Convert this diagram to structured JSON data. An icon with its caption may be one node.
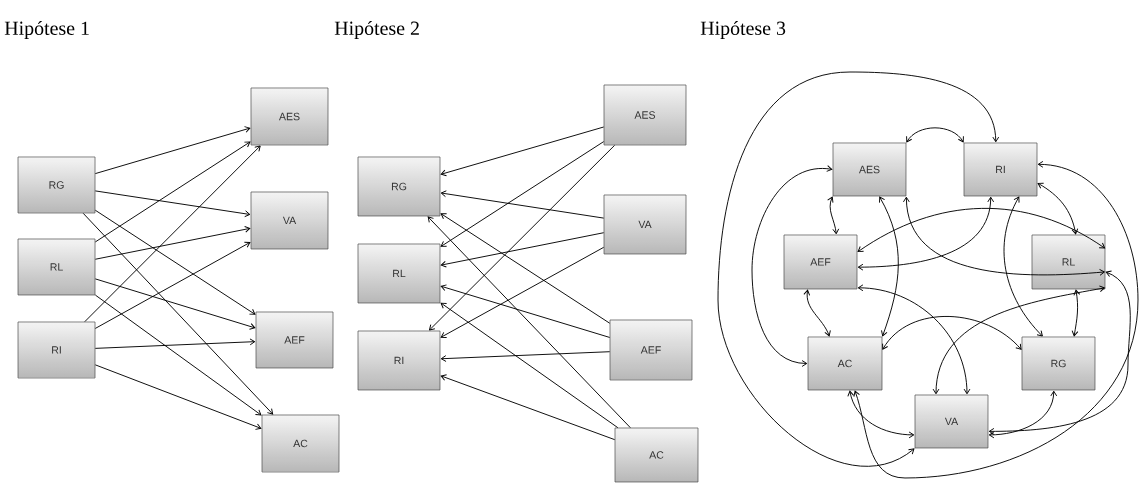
{
  "diagram": {
    "nodes": [
      {
        "text": [
          "RG"
        ]
      },
      {
        "text": [
          "RL"
        ]
      },
      {
        "text": [
          "RI"
        ]
      },
      {
        "text": [
          "AES"
        ]
      },
      {
        "text": [
          "VA"
        ]
      },
      {
        "text": [
          "AEF"
        ]
      },
      {
        "text": [
          "AC"
        ]
      },
      {
        "text": [
          "RG"
        ]
      },
      {
        "text": [
          "RL"
        ]
      },
      {
        "text": [
          "RI"
        ]
      },
      {
        "text": [
          "AES"
        ]
      },
      {
        "text": [
          "VA"
        ]
      },
      {
        "text": [
          "AEF"
        ]
      },
      {
        "text": [
          "AC"
        ]
      },
      {
        "text": [
          "AES"
        ]
      },
      {
        "text": [
          "RI"
        ]
      },
      {
        "text": [
          "AEF"
        ]
      },
      {
        "text": [
          "RL"
        ]
      },
      {
        "text": [
          "AC"
        ]
      },
      {
        "text": [
          "RG"
        ]
      },
      {
        "text": [
          "VA"
        ]
      }
    ],
    "edges": [
      {
        "from": 0,
        "to": 3,
        "arrow": "to"
      },
      {
        "from": 0,
        "to": 4,
        "arrow": "to"
      },
      {
        "from": 0,
        "to": 5,
        "arrow": "to"
      },
      {
        "from": 0,
        "to": 6,
        "arrow": "to"
      },
      {
        "from": 1,
        "to": 3,
        "arrow": "to"
      },
      {
        "from": 1,
        "to": 4,
        "arrow": "to"
      },
      {
        "from": 1,
        "to": 5,
        "arrow": "to"
      },
      {
        "from": 1,
        "to": 6,
        "arrow": "to"
      },
      {
        "from": 2,
        "to": 3,
        "arrow": "to"
      },
      {
        "from": 2,
        "to": 4,
        "arrow": "to"
      },
      {
        "from": 2,
        "to": 5,
        "arrow": "to"
      },
      {
        "from": 2,
        "to": 6,
        "arrow": "to"
      },
      {
        "from": 10,
        "to": 7,
        "arrow": "to"
      },
      {
        "from": 10,
        "to": 8,
        "arrow": "to"
      },
      {
        "from": 10,
        "to": 9,
        "arrow": "to"
      },
      {
        "from": 11,
        "to": 7,
        "arrow": "to"
      },
      {
        "from": 11,
        "to": 8,
        "arrow": "to"
      },
      {
        "from": 11,
        "to": 9,
        "arrow": "to"
      },
      {
        "from": 12,
        "to": 7,
        "arrow": "to"
      },
      {
        "from": 12,
        "to": 8,
        "arrow": "to"
      },
      {
        "from": 12,
        "to": 9,
        "arrow": "to"
      },
      {
        "from": 13,
        "to": 7,
        "arrow": "to"
      },
      {
        "from": 13,
        "to": 8,
        "arrow": "to"
      },
      {
        "from": 13,
        "to": 9,
        "arrow": "to"
      },
      {
        "from": 14,
        "to": 15,
        "arrow": "both"
      },
      {
        "from": 15,
        "to": 20,
        "arrow": "both"
      },
      {
        "from": 14,
        "to": 18,
        "arrow": "both"
      },
      {
        "from": 14,
        "to": 16,
        "arrow": "both"
      },
      {
        "from": 14,
        "to": 18,
        "arrow": "both"
      },
      {
        "from": 14,
        "to": 17,
        "arrow": "both"
      },
      {
        "from": 16,
        "to": 17,
        "arrow": "both"
      },
      {
        "from": 16,
        "to": 15,
        "arrow": "both"
      },
      {
        "from": 16,
        "to": 18,
        "arrow": "both"
      },
      {
        "from": 16,
        "to": 20,
        "arrow": "both"
      },
      {
        "from": 15,
        "to": 17,
        "arrow": "both"
      },
      {
        "from": 15,
        "to": 19,
        "arrow": "both"
      },
      {
        "from": 17,
        "to": 20,
        "arrow": "both"
      },
      {
        "from": 17,
        "to": 19,
        "arrow": "both"
      },
      {
        "from": 18,
        "to": 19,
        "arrow": "both"
      },
      {
        "from": 18,
        "to": 20,
        "arrow": "both"
      },
      {
        "from": 19,
        "to": 20,
        "arrow": "both"
      },
      {
        "from": 15,
        "to": 18,
        "arrow": "both"
      },
      {
        "from": 17,
        "to": 20,
        "arrow": "both"
      }
    ],
    "labels": [
      "Hipótese 1",
      "Hipótese 2",
      "Hipótese 3"
    ]
  }
}
